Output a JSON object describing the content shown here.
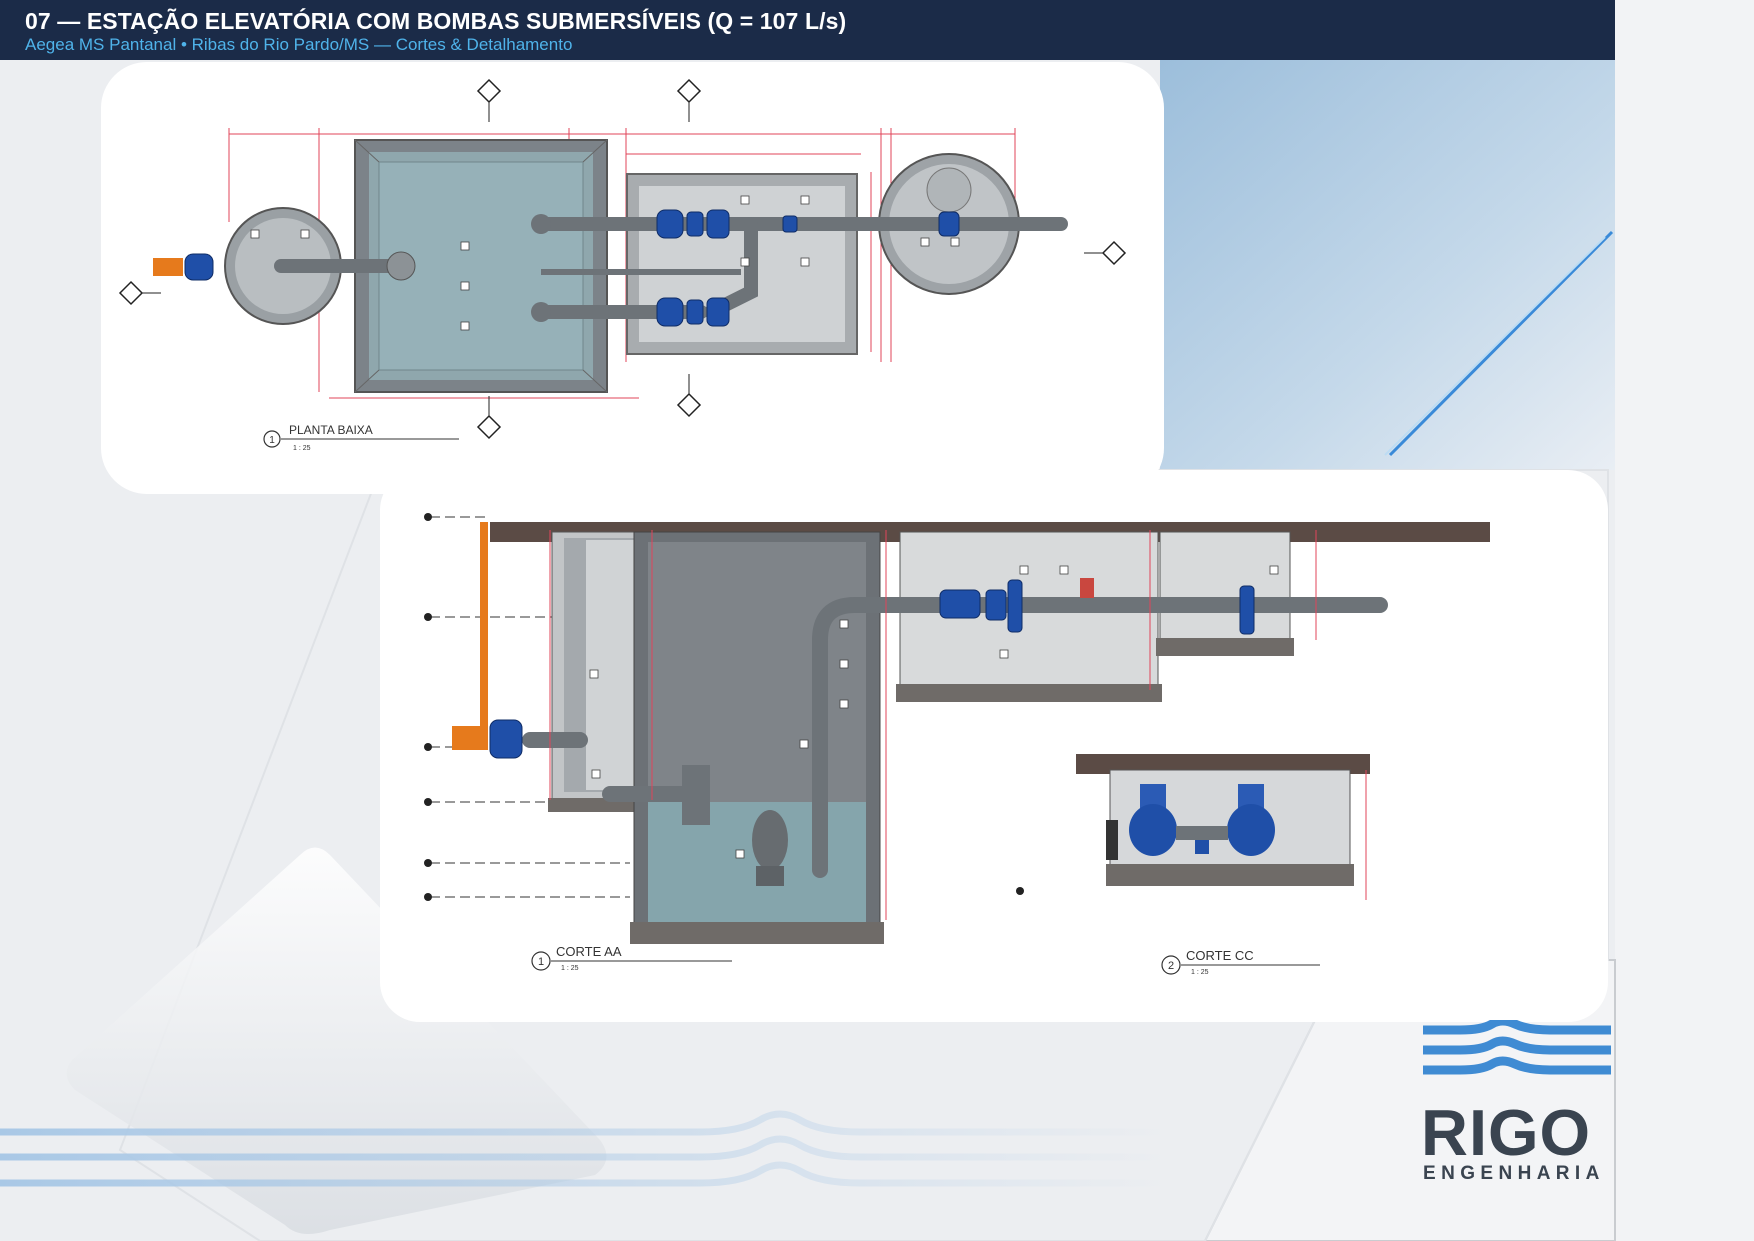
{
  "header": {
    "title": "07 — ESTAÇÃO ELEVATÓRIA COM BOMBAS SUBMERSÍVEIS (Q = 107 L/s)",
    "subtitle": "Aegea MS Pantanal • Ribas do Rio Pardo/MS — Cortes & Detalhamento"
  },
  "drawings": {
    "plan": {
      "number": "1",
      "title": "PLANTA BAIXA",
      "scale": "1 : 25"
    },
    "section_aa": {
      "number": "1",
      "title": "CORTE AA",
      "scale": "1 : 25"
    },
    "section_cc": {
      "number": "2",
      "title": "CORTE CC",
      "scale": "1 : 25"
    }
  },
  "logo": {
    "name": "RIGO",
    "tagline": "ENGENHARIA"
  },
  "colors": {
    "header_bg": "#1b2b48",
    "subtitle": "#4fb3ea",
    "logo_blue": "#3f8bd3",
    "logo_text": "#3a4450",
    "pump_blue": "#1f4fa8",
    "pipe_orange": "#e67a1c"
  }
}
